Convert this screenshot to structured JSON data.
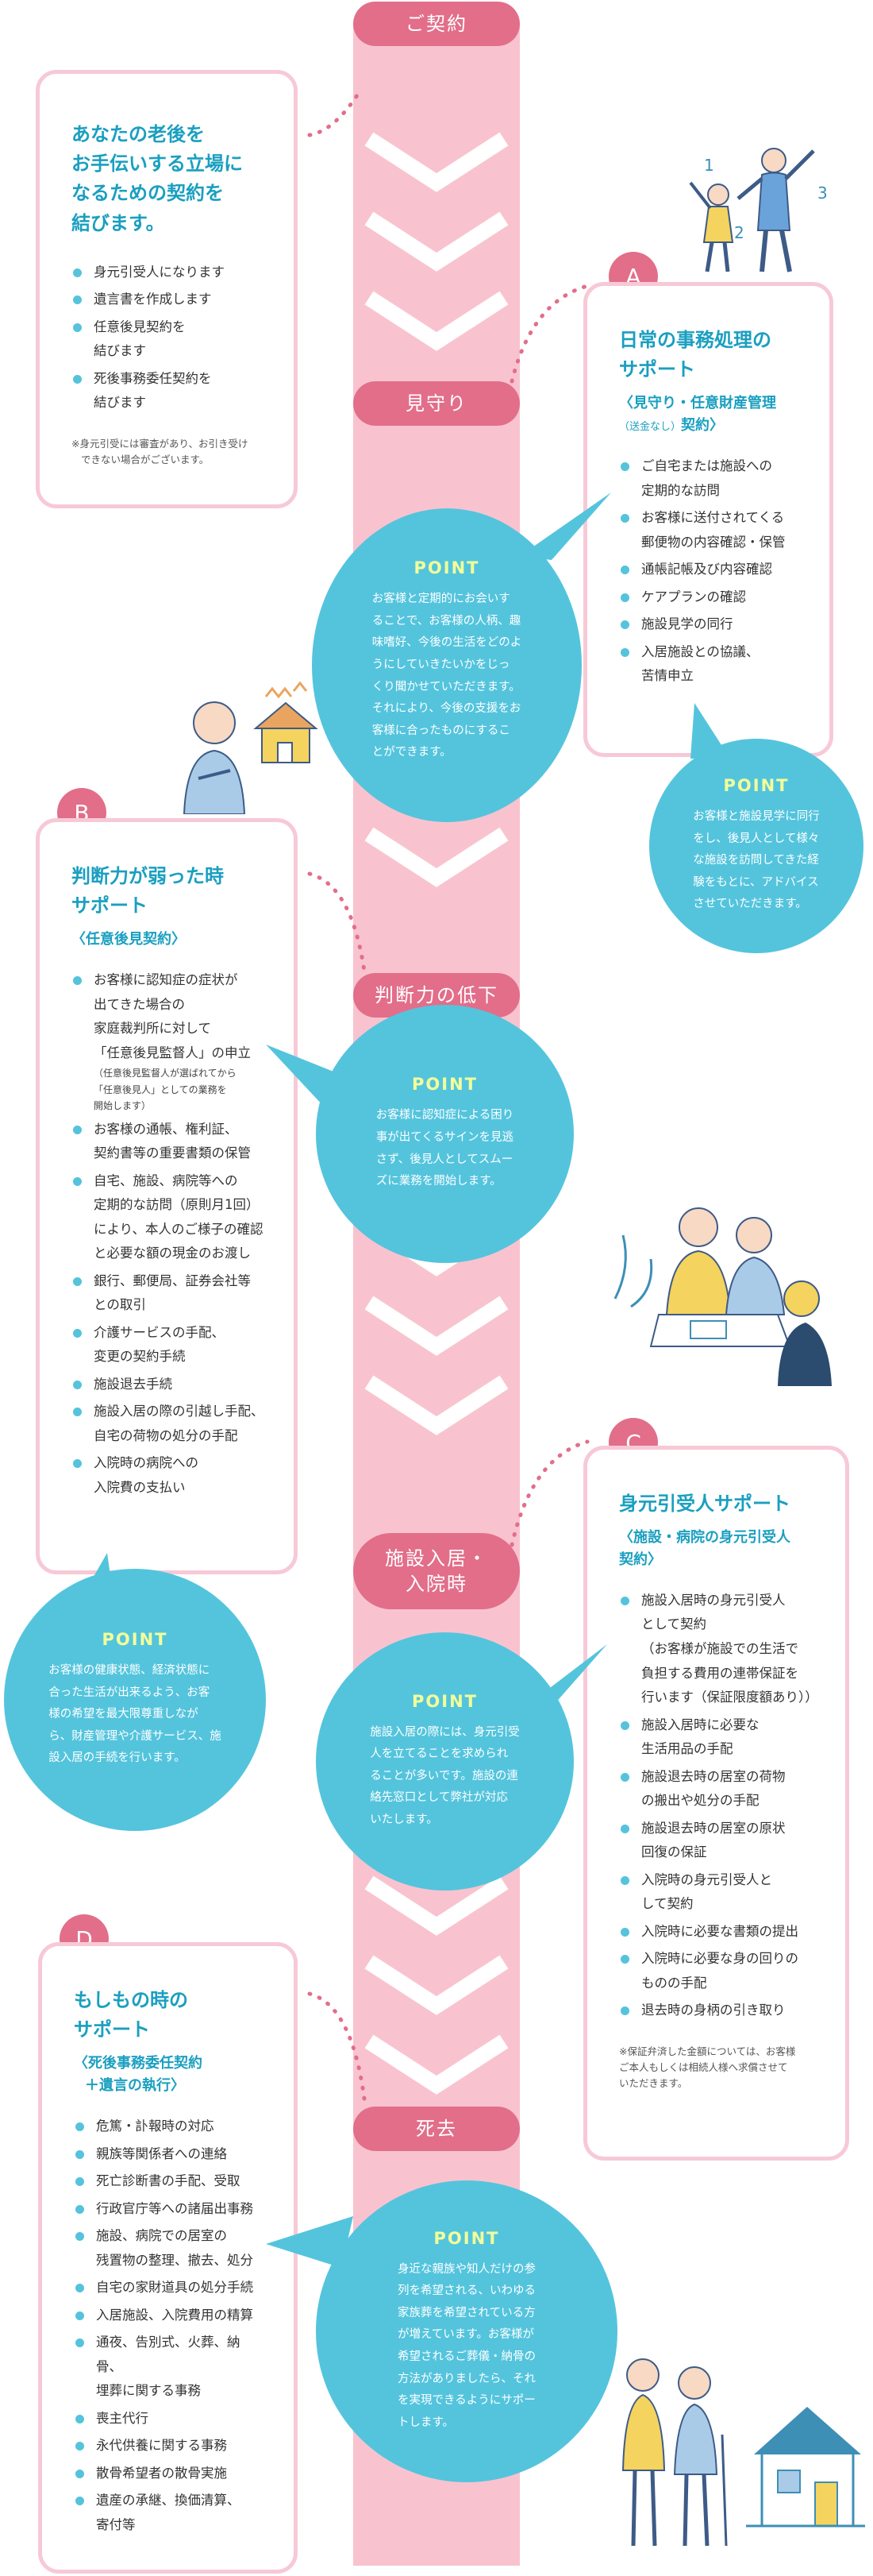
{
  "stages": {
    "contract": "ご契約",
    "watch": "見守り",
    "decline": "判断力の低下",
    "admission_line1": "施設入居・",
    "admission_line2": "入院時",
    "death": "死去"
  },
  "contract_card": {
    "title_line1": "あなたの老後を",
    "title_line2": "お手伝いする立場に",
    "title_line3": "なるための契約を",
    "title_line4": "結びます。",
    "items": [
      "身元引受人になります",
      "遺言書を作成します",
      "任意後見契約を",
      "結びます",
      "死後事務委任契約を",
      "結びます"
    ],
    "note_line1": "※身元引受には審査があり、お引き受け",
    "note_line2": "できない場合がございます。"
  },
  "card_a": {
    "badge": "A",
    "title_line1": "日常の事務処理の",
    "title_line2": "サポート",
    "sub_line1": "〈見守り・任意財産管理",
    "sub_small": "（送金なし）",
    "sub_tail": "契約〉",
    "items": [
      "ご自宅または施設への",
      "定期的な訪問",
      "お客様に送付されてくる",
      "郵便物の内容確認・保管",
      "通帳記帳及び内容確認",
      "ケアプランの確認",
      "施設見学の同行",
      "入居施設との協議、",
      "苦情申立"
    ]
  },
  "point_watch": {
    "label": "POINT",
    "lines": [
      "お客様と定期的にお会いす",
      "ることで、お客様の人柄、趣",
      "味嗜好、今後の生活をどのよ",
      "うにしていきたいかをじっ",
      "くり聞かせていただきます。",
      "それにより、今後の支援をお",
      "客様に合ったものにするこ",
      "とができます。"
    ]
  },
  "point_a": {
    "label": "POINT",
    "lines": [
      "お客様と施設見学に同行",
      "をし、後見人として様々",
      "な施設を訪問してきた経",
      "験をもとに、アドバイス",
      "させていただきます。"
    ]
  },
  "card_b": {
    "badge": "B",
    "title_line1": "判断力が弱った時",
    "title_line2": "サポート",
    "sub": "〈任意後見契約〉",
    "items": [
      "お客様に認知症の症状が",
      "出てきた場合の",
      "家庭裁判所に対して",
      "「任意後見監督人」の申立",
      "お客様の通帳、権利証、",
      "契約書等の重要書類の保管",
      "自宅、施設、病院等への",
      "定期的な訪問（原則月1回）",
      "により、本人のご様子の確認",
      "と必要な額の現金のお渡し",
      "銀行、郵便局、証券会社等",
      "との取引",
      "介護サービスの手配、",
      "変更の契約手続",
      "施設退去手続",
      "施設入居の際の引越し手配、",
      "自宅の荷物の処分の手配",
      "入院時の病院への",
      "入院費の支払い"
    ],
    "note_line1": "（任意後見監督人が選ばれてから",
    "note_line2": "「任意後見人」としての業務を",
    "note_line3": "開始します）"
  },
  "point_decline": {
    "label": "POINT",
    "lines": [
      "お客様に認知症による困り",
      "事が出てくるサインを見逃",
      "さず、後見人としてスムー",
      "ズに業務を開始します。"
    ]
  },
  "point_b": {
    "label": "POINT",
    "lines": [
      "お客様の健康状態、経済状態に",
      "合った生活が出来るよう、お客",
      "様の希望を最大限尊重しなが",
      "ら、財産管理や介護サービス、施",
      "設入居の手続を行います。"
    ]
  },
  "card_c": {
    "badge": "C",
    "title": "身元引受人サポート",
    "sub_line1": "〈施設・病院の身元引受人",
    "sub_line2": "契約〉",
    "items": [
      "施設入居時の身元引受人",
      "として契約",
      "（お客様が施設での生活で",
      "負担する費用の連帯保証を",
      "行います（保証限度額あり））",
      "施設入居時に必要な",
      "生活用品の手配",
      "施設退去時の居室の荷物",
      "の搬出や処分の手配",
      "施設退去時の居室の原状",
      "回復の保証",
      "入院時の身元引受人と",
      "して契約",
      "入院時に必要な書類の提出",
      "入院時に必要な身の回りの",
      "ものの手配",
      "退去時の身柄の引き取り"
    ],
    "note_line1": "※保証弁済した金額については、お客様",
    "note_line2": "ご本人もしくは相続人様へ求償させて",
    "note_line3": "いただきます。"
  },
  "point_admission": {
    "label": "POINT",
    "lines": [
      "施設入居の際には、身元引受",
      "人を立てることを求められ",
      "ることが多いです。施設の連",
      "絡先窓口として弊社が対応",
      "いたします。"
    ]
  },
  "card_d": {
    "badge": "D",
    "title_line1": "もしもの時の",
    "title_line2": "サポート",
    "sub_line1": "〈死後事務委任契約",
    "sub_line2": "＋遺言の執行〉",
    "items": [
      "危篤・訃報時の対応",
      "親族等関係者への連絡",
      "死亡診断書の手配、受取",
      "行政官庁等への諸届出事務",
      "施設、病院での居室の",
      "残置物の整理、撤去、処分",
      "自宅の家財道具の処分手続",
      "入居施設、入院費用の精算",
      "通夜、告別式、火葬、納骨、",
      "埋葬に関する事務",
      "喪主代行",
      "永代供養に関する事務",
      "散骨希望者の散骨実施",
      "遺産の承継、換価清算、",
      "寄付等"
    ]
  },
  "point_death": {
    "label": "POINT",
    "lines": [
      "身近な親族や知人だけの参",
      "列を希望される、いわゆる",
      "家族葬を希望されている方",
      "が増えています。お客様が",
      "希望されるご葬儀・納骨の",
      "方法がありましたら、それ",
      "を実現できるようにサポー",
      "トします。"
    ]
  },
  "illustrations": {
    "exercise_numbers": [
      "1",
      "2",
      "3"
    ]
  },
  "colors": {
    "pink": "#e26e8a",
    "light_pink": "#f8c3cf",
    "card_border": "#f7c9d6",
    "blue": "#54c4dd",
    "title_blue": "#1a9fc0",
    "point_label": "#f3ff9a"
  }
}
